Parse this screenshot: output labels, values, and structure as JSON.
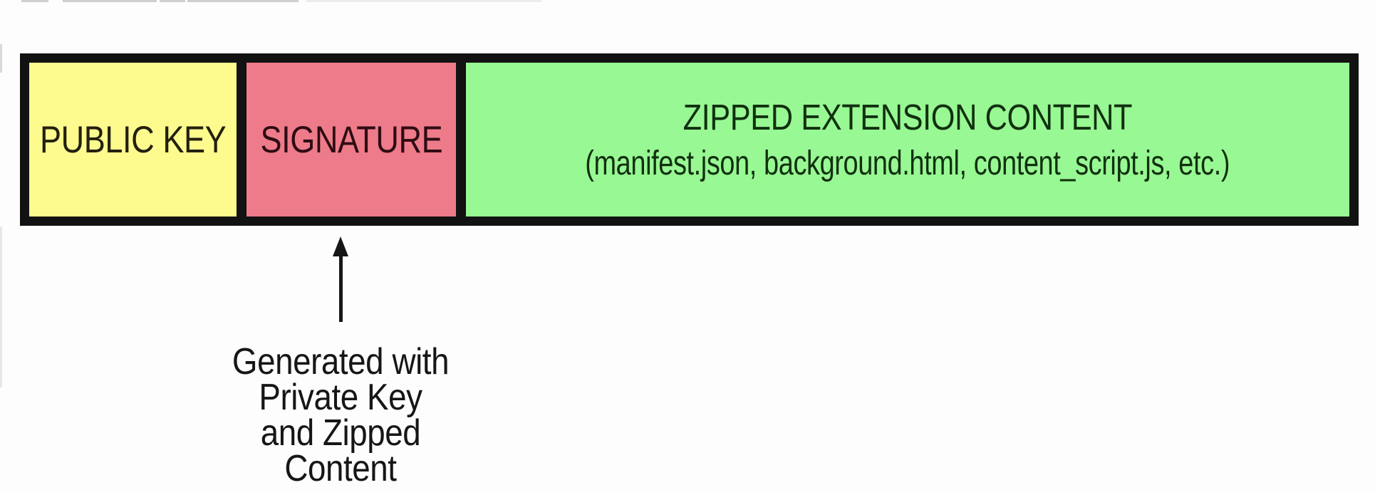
{
  "page": {
    "background": "#fdfdfd"
  },
  "diagram": {
    "bar": {
      "border_color": "#121212",
      "segments": [
        {
          "name": "public-key",
          "label": "PUBLIC KEY",
          "fill": "#fdfa8e",
          "text_color": "#23200f"
        },
        {
          "name": "signature",
          "label": "SIGNATURE",
          "fill": "#ee7b8a",
          "text_color": "#2d0c13"
        },
        {
          "name": "zipped-extension-content",
          "label": "ZIPPED EXTENSION CONTENT",
          "sublabel": "(manifest.json, background.html, content_script.js, etc.)",
          "fill": "#98f893",
          "text_color": "#10300f"
        }
      ]
    },
    "annotation": {
      "icon": "up-arrow-icon",
      "color": "#161616",
      "lines": [
        "Generated with",
        "Private Key",
        "and Zipped",
        "Content"
      ]
    }
  }
}
